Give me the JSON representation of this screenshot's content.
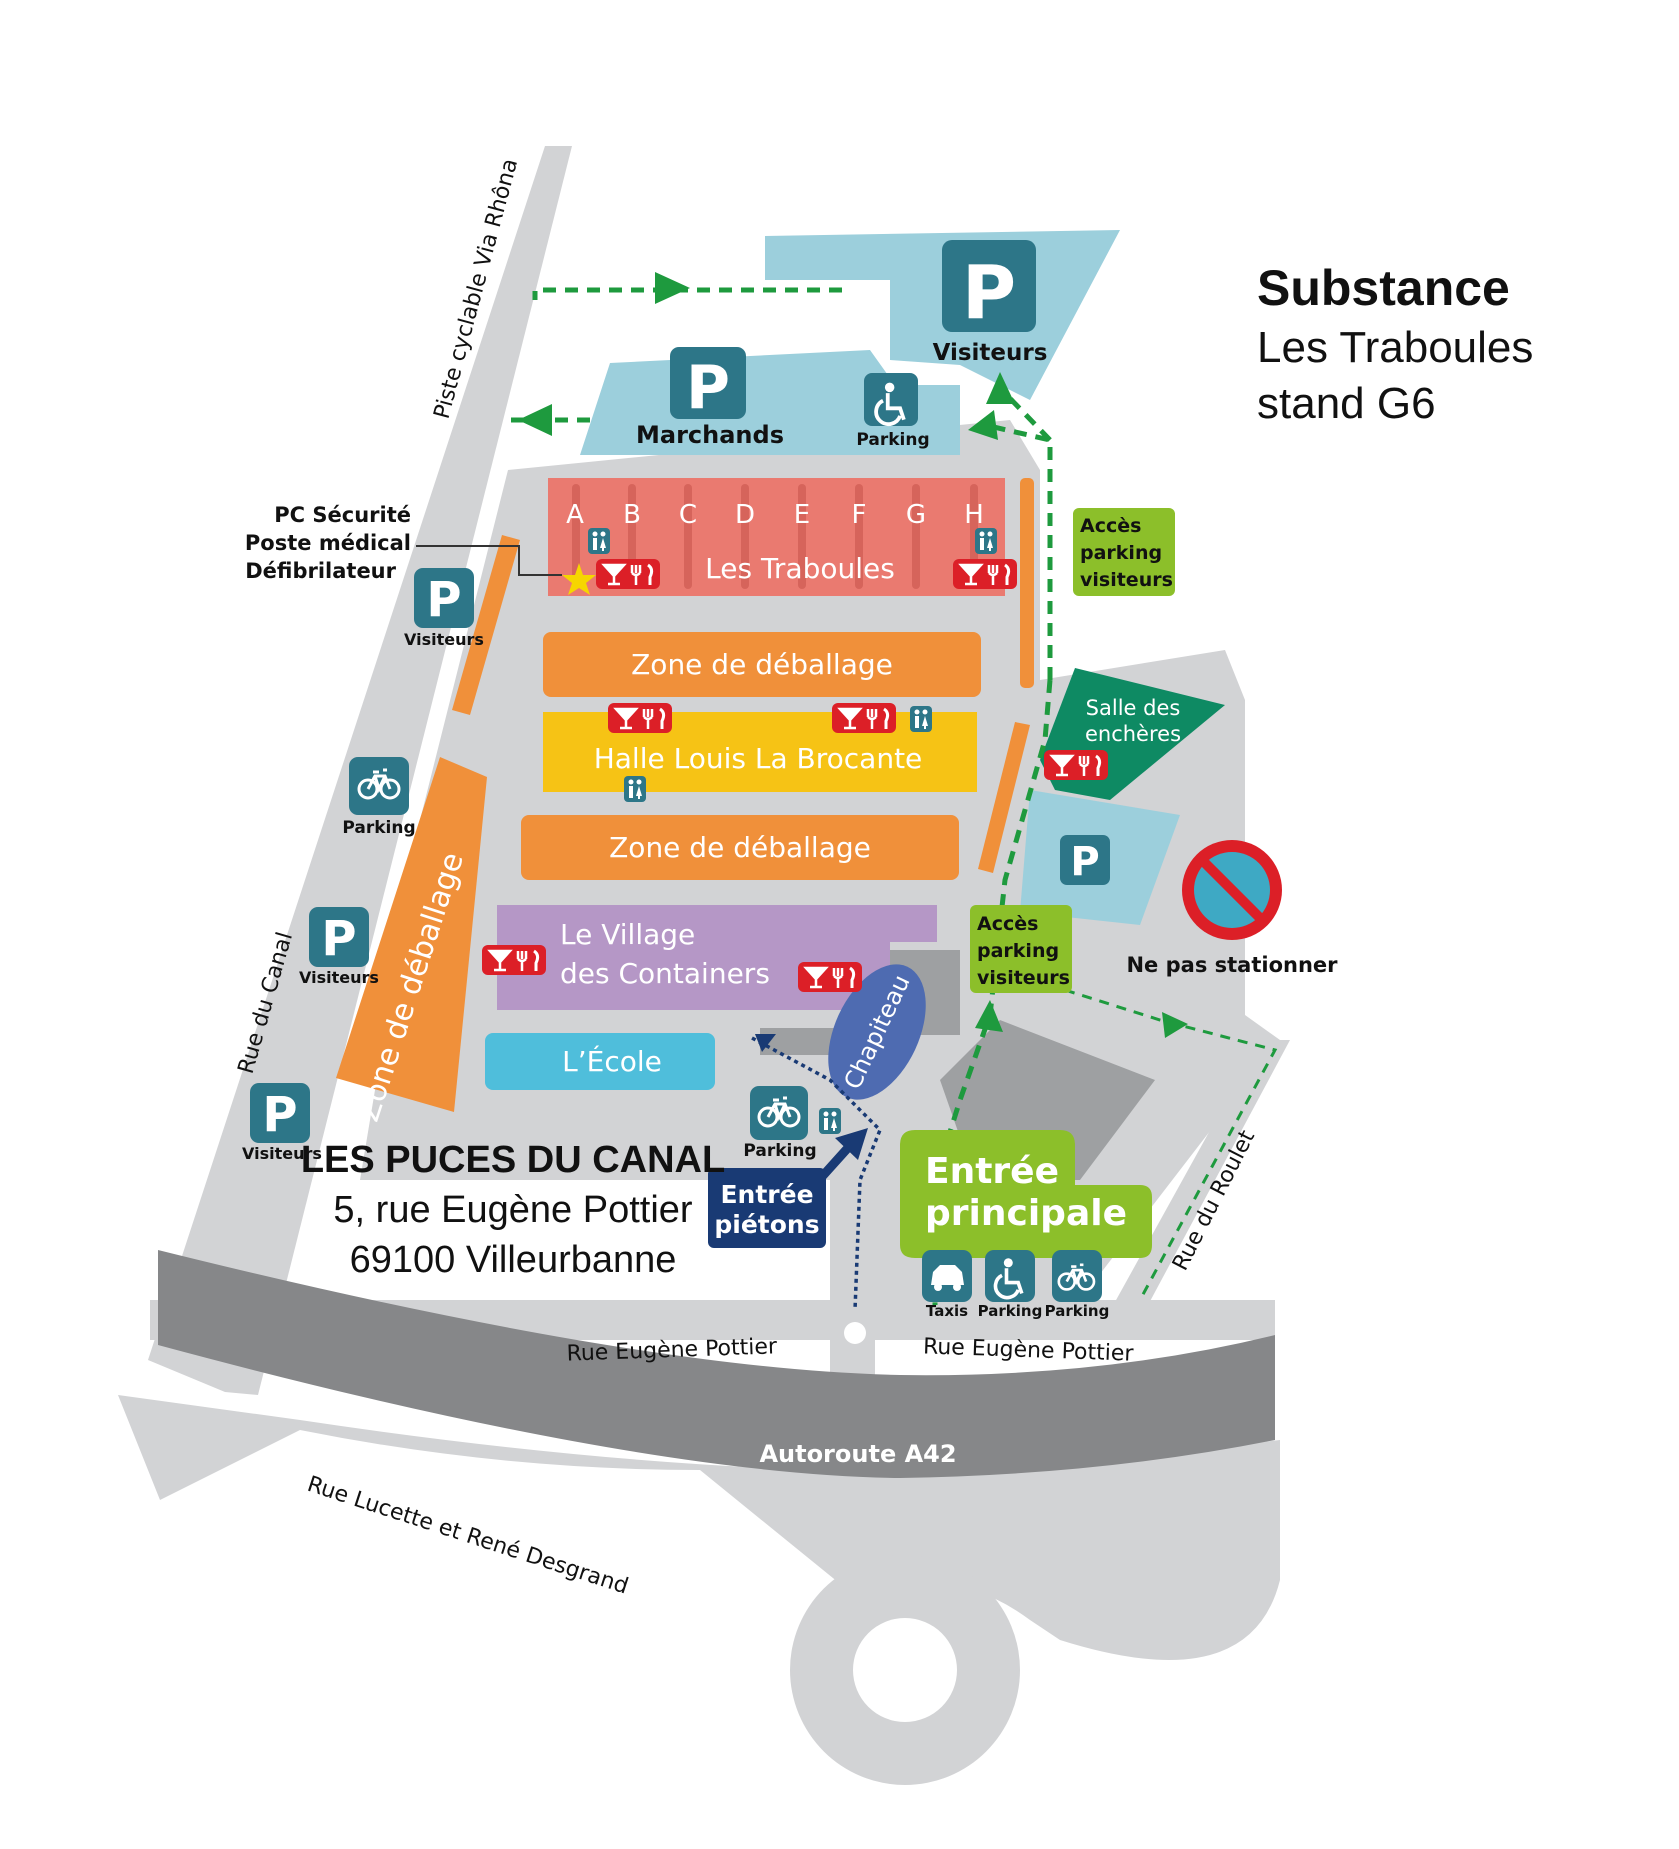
{
  "venue": {
    "name": "LES PUCES DU CANAL",
    "address_line1": "5, rue Eugène Pottier",
    "address_line2": "69100 Villeurbanne"
  },
  "highlight": {
    "name": "Substance",
    "location": "Les Traboules",
    "stand": "stand G6"
  },
  "roads": {
    "cycle_path": "Piste cyclable Via Rhôna",
    "canal": "Rue du Canal",
    "pottier_left": "Rue Eugène Pottier",
    "pottier_right": "Rue Eugène Pottier",
    "highway": "Autoroute A42",
    "desgrand": "Rue Lucette et René Desgrand",
    "roulet": "Rue du Roulet"
  },
  "zones": {
    "traboules": "Les Traboules",
    "traboules_letters": [
      "A",
      "B",
      "C",
      "D",
      "E",
      "F",
      "G",
      "H"
    ],
    "deballage_1": "Zone de déballage",
    "halle": "Halle Louis La Brocante",
    "deballage_2": "Zone de déballage",
    "village_1": "Le Village",
    "village_2": "des Containers",
    "ecole": "L’École",
    "chapiteau": "Chapiteau",
    "deballage_side": "Zone de déballage",
    "salle_1": "Salle des",
    "salle_2": "enchères"
  },
  "parking": {
    "letter": "P",
    "visiteurs": "Visiteurs",
    "marchands": "Marchands",
    "parking": "Parking",
    "taxis": "Taxis"
  },
  "security": {
    "line1": "PC Sécurité",
    "line2": "Poste médical",
    "line3": "Défibrilateur"
  },
  "access": {
    "line1": "Accès",
    "line2": "parking",
    "line3": "visiteurs"
  },
  "no_parking": "Ne pas stationner",
  "entrances": {
    "main_1": "Entrée",
    "main_2": "principale",
    "pedestrian_1": "Entrée",
    "pedestrian_2": "piétons"
  },
  "colors": {
    "road": "#d2d3d5",
    "highway": "#868789",
    "parking_blue": "#9ccfdc",
    "p_icon": "#2d7688",
    "traboules": "#ea7a70",
    "orange": "#f0903a",
    "yellow": "#f6c315",
    "purple": "#b597c6",
    "cyan": "#4fbedb",
    "green_dark": "#0e8a63",
    "lime": "#8cbf2a",
    "route_green": "#1e9a3e",
    "navy": "#193a74",
    "chapiteau": "#4e6bb1",
    "food_red": "#dc1f27",
    "building_gray": "#9ea0a2"
  },
  "icons": [
    "parking-icon",
    "wheelchair-icon",
    "bicycle-icon",
    "taxi-icon",
    "restroom-icon",
    "bar-restaurant-icon",
    "star-icon",
    "no-parking-icon"
  ]
}
